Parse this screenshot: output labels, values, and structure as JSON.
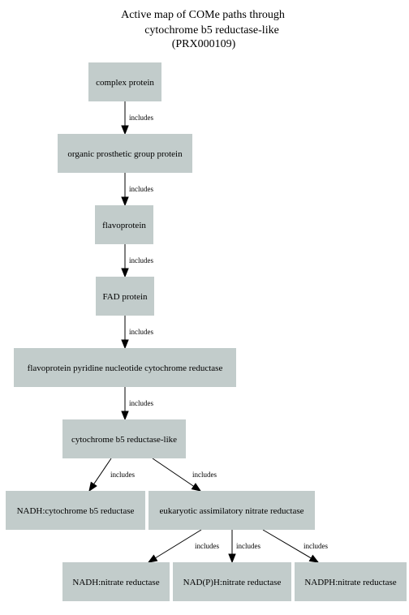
{
  "title": {
    "lines": [
      "Active map of COMe paths through",
      "cytochrome b5 reductase-like",
      "(PRX000109)"
    ]
  },
  "nodes": [
    {
      "id": "n1",
      "label": "complex protein"
    },
    {
      "id": "n2",
      "label": "organic prosthetic group protein"
    },
    {
      "id": "n3",
      "label": "flavoprotein"
    },
    {
      "id": "n4",
      "label": "FAD protein"
    },
    {
      "id": "n5",
      "label": "flavoprotein pyridine nucleotide cytochrome reductase"
    },
    {
      "id": "n6",
      "label": "cytochrome b5 reductase-like"
    },
    {
      "id": "n7",
      "label": "NADH:cytochrome b5 reductase"
    },
    {
      "id": "n8",
      "label": "eukaryotic assimilatory nitrate reductase"
    },
    {
      "id": "n9",
      "label": "NADH:nitrate reductase"
    },
    {
      "id": "n10",
      "label": "NAD(P)H:nitrate reductase"
    },
    {
      "id": "n11",
      "label": "NADPH:nitrate reductase"
    }
  ],
  "edges": [
    {
      "from": "n1",
      "to": "n2",
      "label": "includes"
    },
    {
      "from": "n2",
      "to": "n3",
      "label": "includes"
    },
    {
      "from": "n3",
      "to": "n4",
      "label": "includes"
    },
    {
      "from": "n4",
      "to": "n5",
      "label": "includes"
    },
    {
      "from": "n5",
      "to": "n6",
      "label": "includes"
    },
    {
      "from": "n6",
      "to": "n7",
      "label": "includes"
    },
    {
      "from": "n6",
      "to": "n8",
      "label": "includes"
    },
    {
      "from": "n8",
      "to": "n9",
      "label": "includes"
    },
    {
      "from": "n8",
      "to": "n10",
      "label": "includes"
    },
    {
      "from": "n8",
      "to": "n11",
      "label": "includes"
    }
  ],
  "colors": {
    "node_fill": "#c2cccb",
    "edge": "#000000",
    "background": "#ffffff"
  }
}
